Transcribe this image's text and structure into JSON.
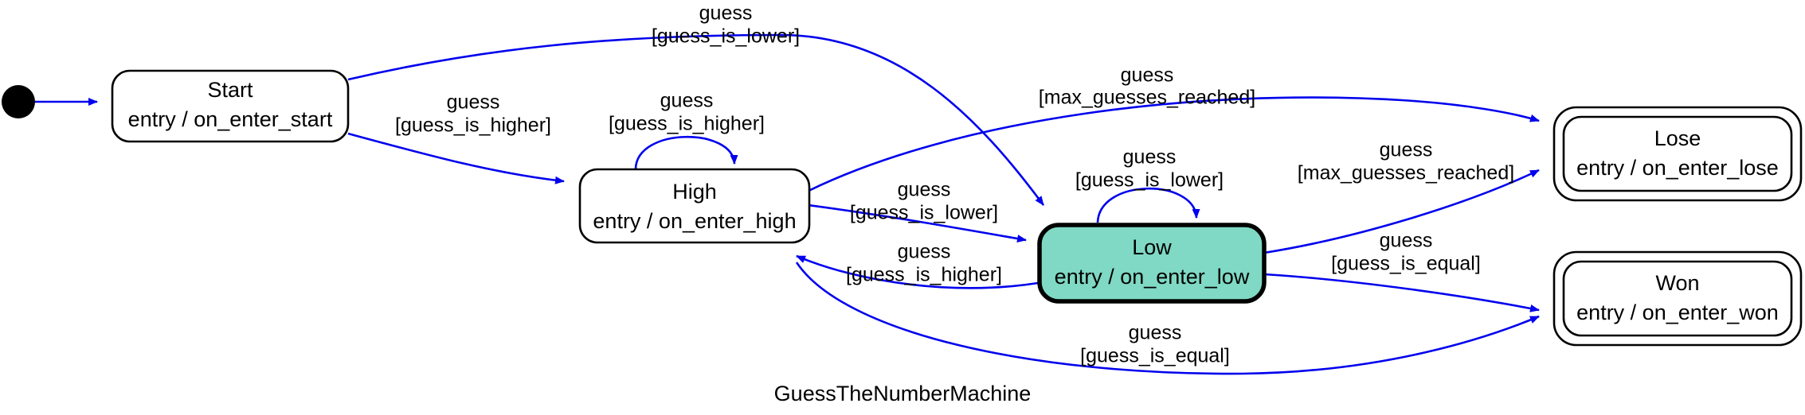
{
  "diagram": {
    "title": "GuessTheNumberMachine",
    "type": "state-machine",
    "colors": {
      "edge": "#0000ee",
      "node_border": "#000000",
      "node_fill": "#ffffff",
      "active_node_fill": "#7FD9C4",
      "background": "#ffffff",
      "text": "#000000"
    },
    "initial_marker": "filled-circle",
    "states": [
      {
        "id": "start",
        "name": "Start",
        "entry": "entry / on_enter_start",
        "kind": "normal",
        "active": false
      },
      {
        "id": "high",
        "name": "High",
        "entry": "entry / on_enter_high",
        "kind": "normal",
        "active": false
      },
      {
        "id": "low",
        "name": "Low",
        "entry": "entry / on_enter_low",
        "kind": "normal",
        "active": true
      },
      {
        "id": "lose",
        "name": "Lose",
        "entry": "entry / on_enter_lose",
        "kind": "final",
        "active": false
      },
      {
        "id": "won",
        "name": "Won",
        "entry": "entry / on_enter_won",
        "kind": "final",
        "active": false
      }
    ],
    "transitions": [
      {
        "id": "t0",
        "from": "initial",
        "to": "start",
        "event": "",
        "guard": ""
      },
      {
        "id": "t1",
        "from": "start",
        "to": "low",
        "event": "guess",
        "guard": "[guess_is_lower]"
      },
      {
        "id": "t2",
        "from": "start",
        "to": "high",
        "event": "guess",
        "guard": "[guess_is_higher]"
      },
      {
        "id": "t3",
        "from": "high",
        "to": "high",
        "event": "guess",
        "guard": "[guess_is_higher]"
      },
      {
        "id": "t4",
        "from": "high",
        "to": "lose",
        "event": "guess",
        "guard": "[max_guesses_reached]"
      },
      {
        "id": "t5",
        "from": "high",
        "to": "low",
        "event": "guess",
        "guard": "[guess_is_lower]"
      },
      {
        "id": "t6",
        "from": "low",
        "to": "high",
        "event": "guess",
        "guard": "[guess_is_higher]"
      },
      {
        "id": "t7",
        "from": "low",
        "to": "low",
        "event": "guess",
        "guard": "[guess_is_lower]"
      },
      {
        "id": "t8",
        "from": "low",
        "to": "lose",
        "event": "guess",
        "guard": "[max_guesses_reached]"
      },
      {
        "id": "t9",
        "from": "low",
        "to": "won",
        "event": "guess",
        "guard": "[guess_is_equal]"
      },
      {
        "id": "t10",
        "from": "high",
        "to": "won",
        "event": "guess",
        "guard": "[guess_is_equal]"
      }
    ],
    "labels": {
      "l_start_low_event": "guess",
      "l_start_low_guard": "[guess_is_lower]",
      "l_start_high_event": "guess",
      "l_start_high_guard": "[guess_is_higher]",
      "l_high_self_event": "guess",
      "l_high_self_guard": "[guess_is_higher]",
      "l_high_lose_event": "guess",
      "l_high_lose_guard": "[max_guesses_reached]",
      "l_high_low_event": "guess",
      "l_high_low_guard": "[guess_is_lower]",
      "l_low_high_event": "guess",
      "l_low_high_guard": "[guess_is_higher]",
      "l_low_self_event": "guess",
      "l_low_self_guard": "[guess_is_lower]",
      "l_low_lose_event": "guess",
      "l_low_lose_guard": "[max_guesses_reached]",
      "l_low_won_event": "guess",
      "l_low_won_guard": "[guess_is_equal]",
      "l_high_won_event": "guess",
      "l_high_won_guard": "[guess_is_equal]"
    }
  }
}
